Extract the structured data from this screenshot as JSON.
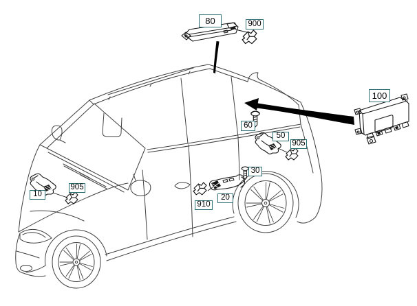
{
  "colors": {
    "background": "#ffffff",
    "label_border": "#2b6f74",
    "label_text": "#000000",
    "car_line": "#3f3f3f",
    "part_line": "#161616",
    "leader": "#000000"
  },
  "callouts": {
    "c80": {
      "label": "80",
      "part": "roof-antenna-amplifier"
    },
    "c900": {
      "label": "900",
      "part": "mounting-clip"
    },
    "c100": {
      "label": "100",
      "part": "control-unit"
    },
    "c60": {
      "label": "60",
      "part": "screw"
    },
    "c50": {
      "label": "50",
      "part": "antenna-bracket-rear"
    },
    "c905r": {
      "label": "905",
      "part": "mounting-clip"
    },
    "c30": {
      "label": "30",
      "part": "screw"
    },
    "c20": {
      "label": "20",
      "part": "door-handle-antenna-module"
    },
    "c910": {
      "label": "910",
      "part": "mounting-clip"
    },
    "c10": {
      "label": "10",
      "part": "antenna-bracket-front"
    },
    "c905l": {
      "label": "905",
      "part": "mounting-clip"
    }
  }
}
